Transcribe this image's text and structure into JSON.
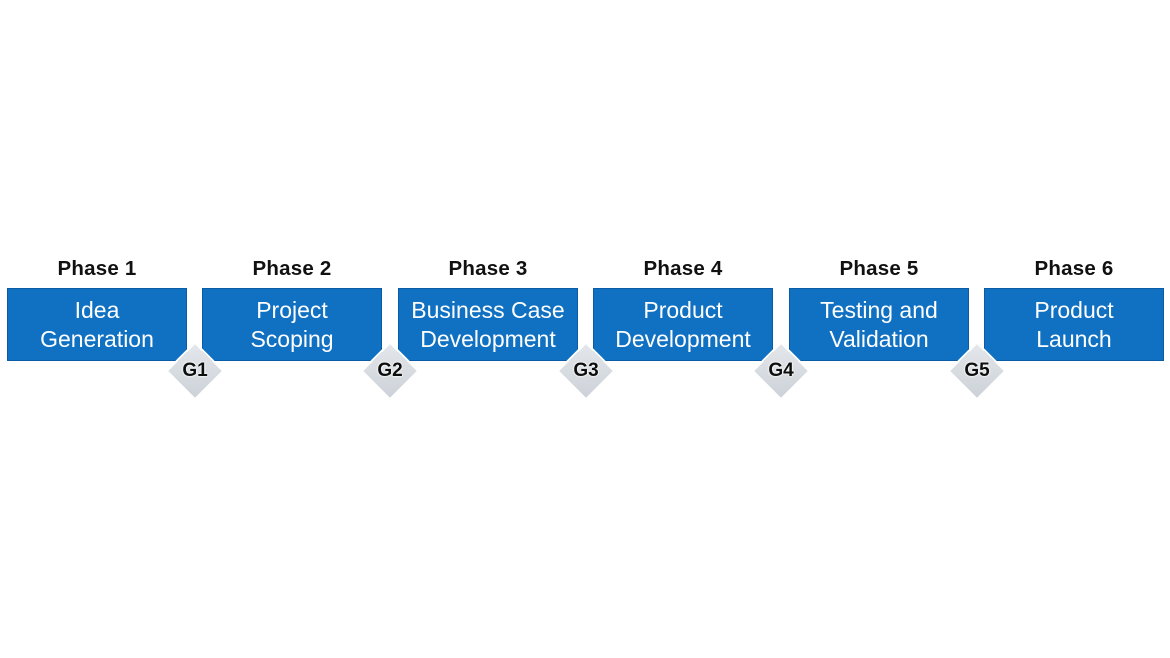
{
  "colors": {
    "box-blue": "#1070c2",
    "box-border": "#0b5ca6",
    "gate-fill-light": "#e4e7eb",
    "gate-fill-dark": "#ccd2d8",
    "gate-border": "#ffffff",
    "title-color": "#111111",
    "box-text": "#ffffff",
    "gate-text": "#0d0d0d"
  },
  "phases": [
    {
      "title": "Phase 1",
      "label": "Idea\nGeneration"
    },
    {
      "title": "Phase 2",
      "label": "Project\nScoping"
    },
    {
      "title": "Phase 3",
      "label": "Business Case\nDevelopment"
    },
    {
      "title": "Phase 4",
      "label": "Product\nDevelopment"
    },
    {
      "title": "Phase 5",
      "label": "Testing and\nValidation"
    },
    {
      "title": "Phase 6",
      "label": "Product\nLaunch"
    }
  ],
  "gates": [
    {
      "label": "G1"
    },
    {
      "label": "G2"
    },
    {
      "label": "G3"
    },
    {
      "label": "G4"
    },
    {
      "label": "G5"
    }
  ]
}
